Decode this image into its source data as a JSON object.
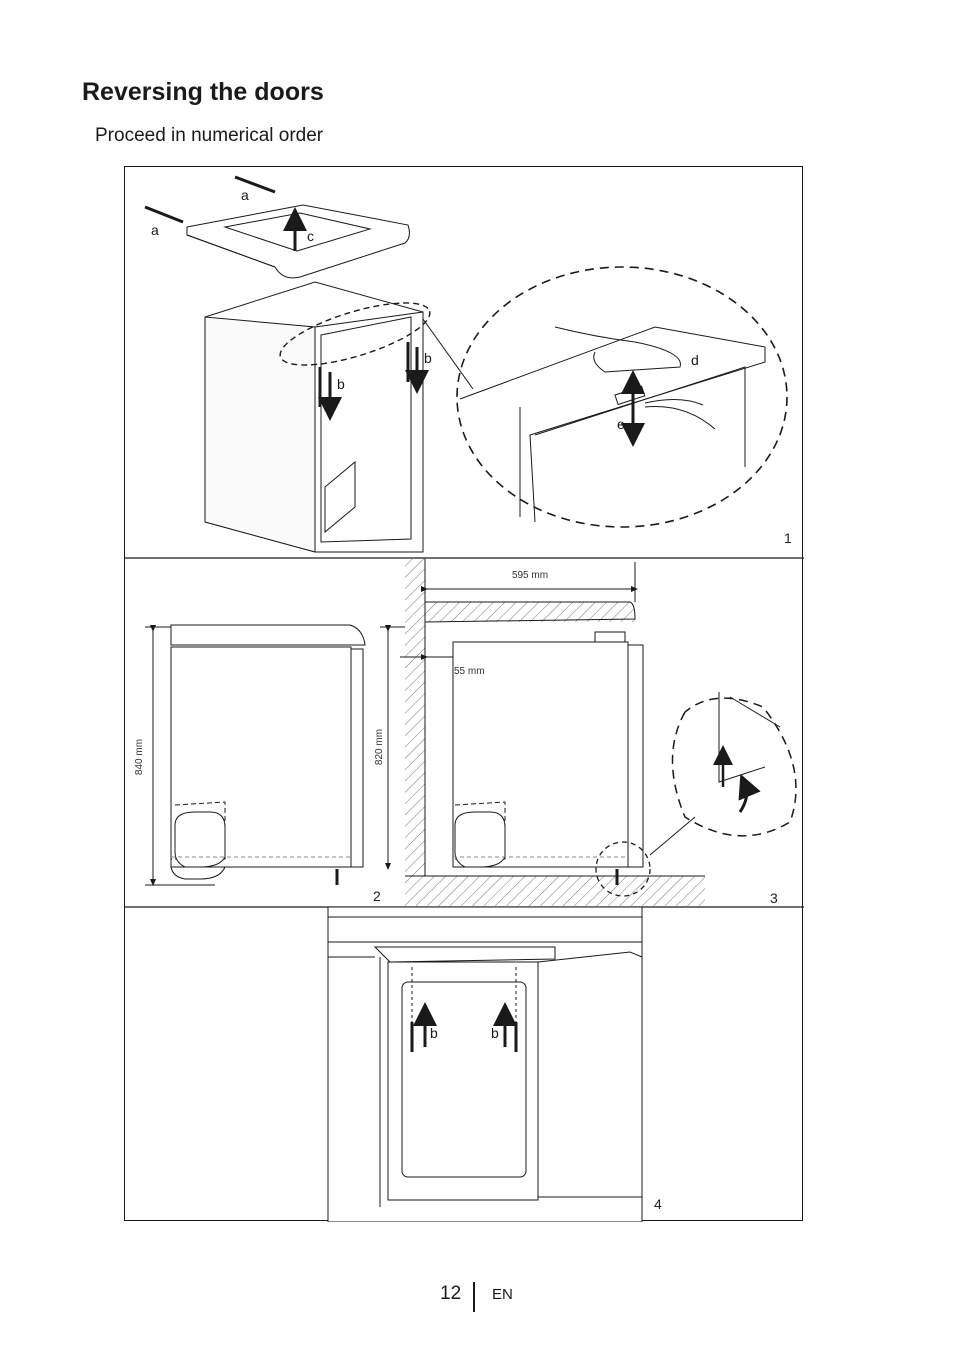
{
  "page": {
    "title": "Reversing the doors",
    "subtitle": "Proceed in numerical order"
  },
  "figure": {
    "panels": [
      {
        "number": "1"
      },
      {
        "number": "2"
      },
      {
        "number": "3"
      },
      {
        "number": "4"
      }
    ],
    "callouts": {
      "a": "a",
      "b": "b",
      "c": "c",
      "d": "d",
      "e": "e"
    },
    "dimensions": {
      "top_width": "595 mm",
      "wall_gap": "55 mm",
      "height_total": "840 mm",
      "height_body": "820 mm"
    }
  },
  "footer": {
    "page_number": "12",
    "language": "EN"
  }
}
